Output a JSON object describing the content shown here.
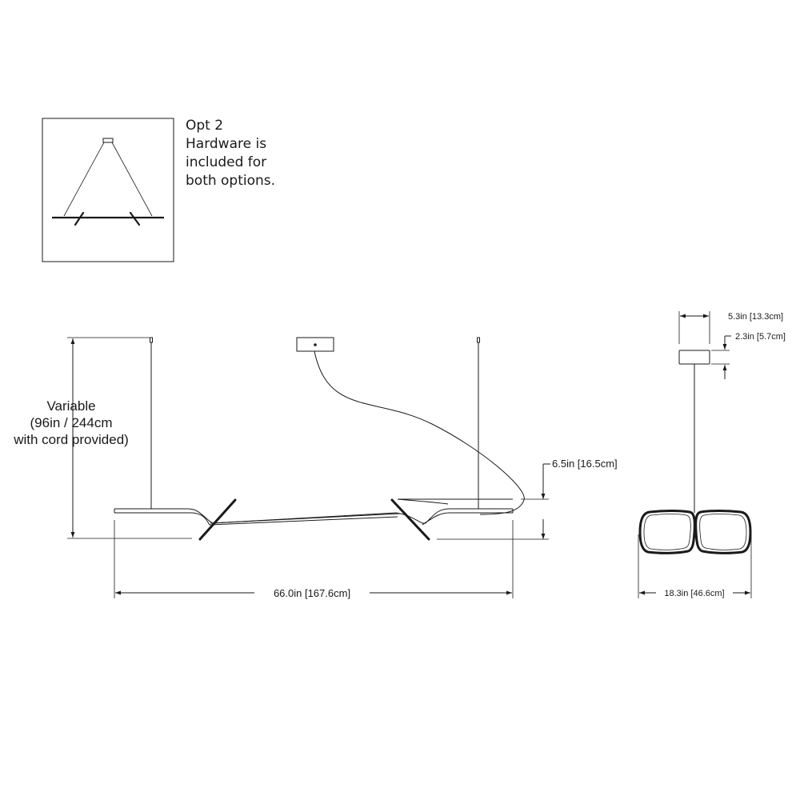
{
  "option_note": {
    "title": "Opt 2",
    "lines": [
      "Hardware is",
      "included for",
      "both options."
    ]
  },
  "dimensions": {
    "height_label_lines": [
      "Variable",
      "(96in / 244cm",
      "with cord provided)"
    ],
    "length": "66.0in [167.6cm]",
    "depth": "6.5in [16.5cm]",
    "canopy_width": "5.3in [13.3cm]",
    "canopy_height": "2.3in [5.7cm]",
    "fixture_width": "18.3in [46.6cm]"
  }
}
